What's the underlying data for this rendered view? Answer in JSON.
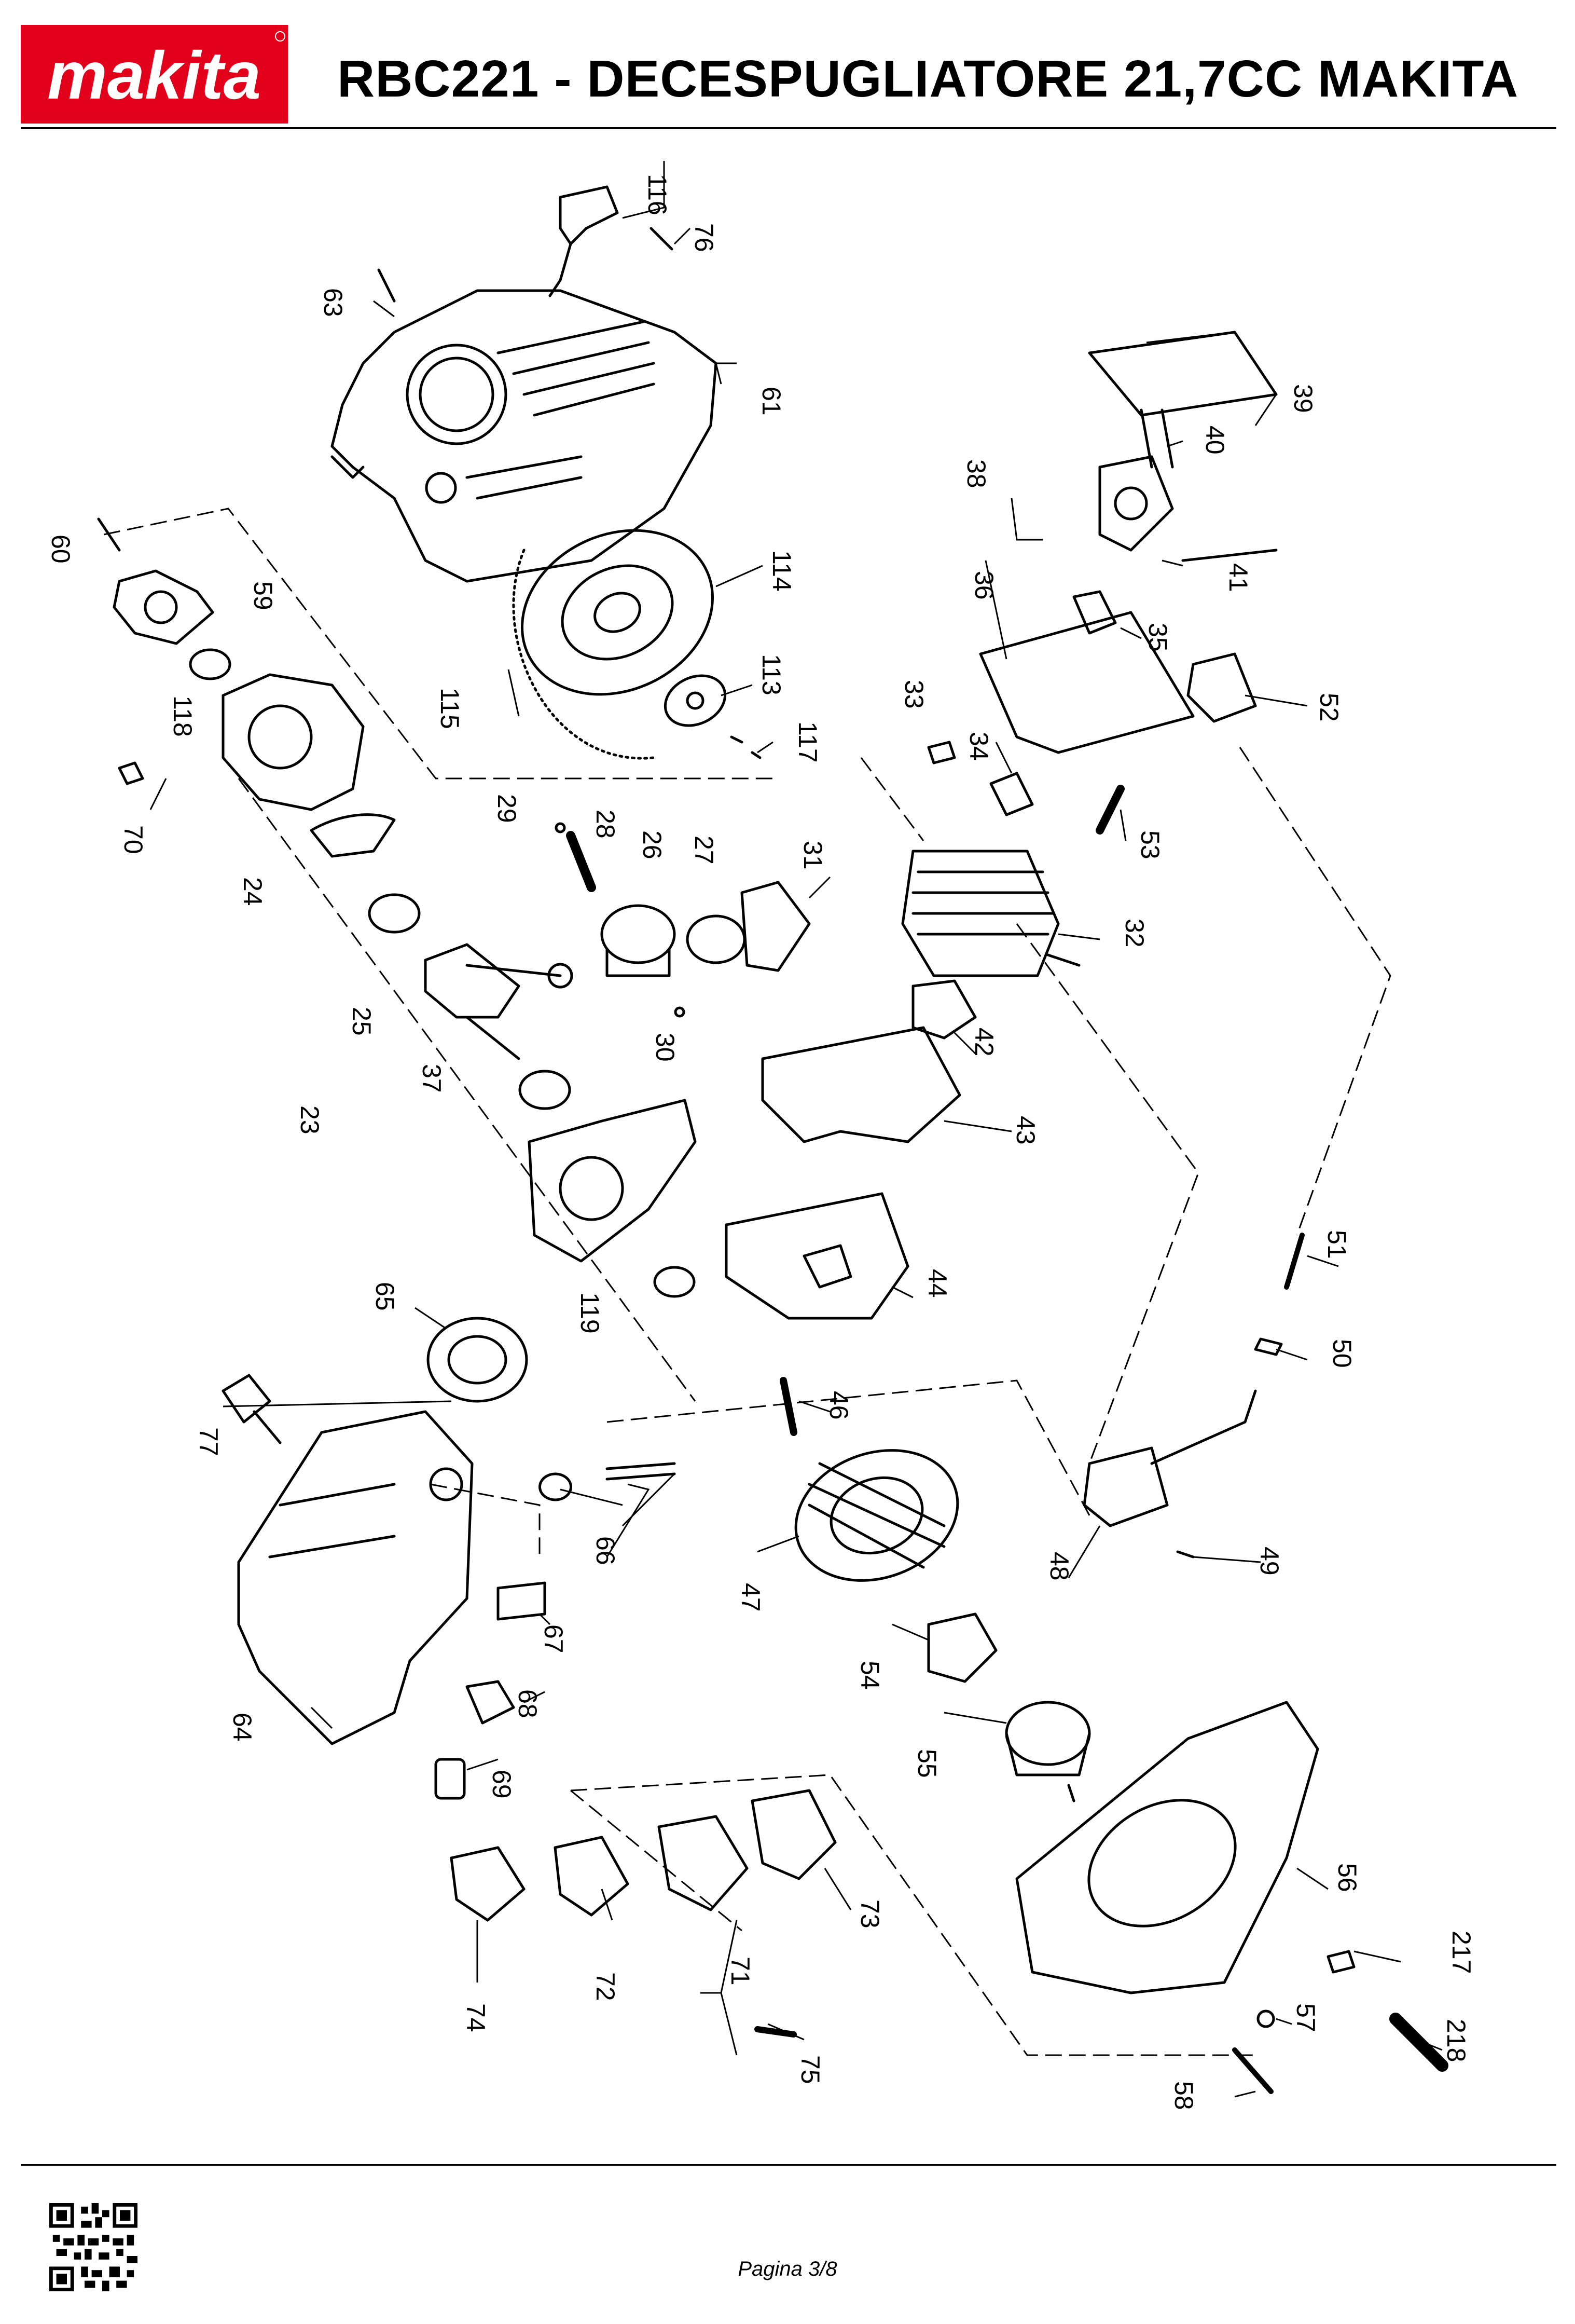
{
  "header": {
    "brand": "makita",
    "title": "RBC221 - DECESPUGLIATORE 21,7CC MAKITA"
  },
  "diagram": {
    "labels": [
      {
        "id": "l116",
        "text": "116"
      },
      {
        "id": "l76",
        "text": "76"
      },
      {
        "id": "l63",
        "text": "63"
      },
      {
        "id": "l61",
        "text": "61"
      },
      {
        "id": "l39",
        "text": "39"
      },
      {
        "id": "l40",
        "text": "40"
      },
      {
        "id": "l38",
        "text": "38"
      },
      {
        "id": "l60",
        "text": "60"
      },
      {
        "id": "l59",
        "text": "59"
      },
      {
        "id": "l114",
        "text": "114"
      },
      {
        "id": "l41",
        "text": "41"
      },
      {
        "id": "l36",
        "text": "36"
      },
      {
        "id": "l35",
        "text": "35"
      },
      {
        "id": "l118",
        "text": "118"
      },
      {
        "id": "l113",
        "text": "113"
      },
      {
        "id": "l115",
        "text": "115"
      },
      {
        "id": "l33",
        "text": "33"
      },
      {
        "id": "l52",
        "text": "52"
      },
      {
        "id": "l117",
        "text": "117"
      },
      {
        "id": "l34",
        "text": "34"
      },
      {
        "id": "l70",
        "text": "70"
      },
      {
        "id": "l29",
        "text": "29"
      },
      {
        "id": "l28",
        "text": "28"
      },
      {
        "id": "l26",
        "text": "26"
      },
      {
        "id": "l27",
        "text": "27"
      },
      {
        "id": "l31",
        "text": "31"
      },
      {
        "id": "l53",
        "text": "53"
      },
      {
        "id": "l24",
        "text": "24"
      },
      {
        "id": "l32",
        "text": "32"
      },
      {
        "id": "l25",
        "text": "25"
      },
      {
        "id": "l30",
        "text": "30"
      },
      {
        "id": "l42",
        "text": "42"
      },
      {
        "id": "l37",
        "text": "37"
      },
      {
        "id": "l23",
        "text": "23"
      },
      {
        "id": "l43",
        "text": "43"
      },
      {
        "id": "l51",
        "text": "51"
      },
      {
        "id": "l44",
        "text": "44"
      },
      {
        "id": "l65",
        "text": "65"
      },
      {
        "id": "l119",
        "text": "119"
      },
      {
        "id": "l50",
        "text": "50"
      },
      {
        "id": "l46",
        "text": "46"
      },
      {
        "id": "l77",
        "text": "77"
      },
      {
        "id": "l66",
        "text": "66"
      },
      {
        "id": "l47",
        "text": "47"
      },
      {
        "id": "l48",
        "text": "48"
      },
      {
        "id": "l49",
        "text": "49"
      },
      {
        "id": "l67",
        "text": "67"
      },
      {
        "id": "l54",
        "text": "54"
      },
      {
        "id": "l68",
        "text": "68"
      },
      {
        "id": "l64",
        "text": "64"
      },
      {
        "id": "l55",
        "text": "55"
      },
      {
        "id": "l69",
        "text": "69"
      },
      {
        "id": "l56",
        "text": "56"
      },
      {
        "id": "l73",
        "text": "73"
      },
      {
        "id": "l217",
        "text": "217"
      },
      {
        "id": "l71",
        "text": "71"
      },
      {
        "id": "l72",
        "text": "72"
      },
      {
        "id": "l74",
        "text": "74"
      },
      {
        "id": "l57",
        "text": "57"
      },
      {
        "id": "l218",
        "text": "218"
      },
      {
        "id": "l75",
        "text": "75"
      },
      {
        "id": "l58",
        "text": "58"
      }
    ]
  },
  "footer": {
    "page": "Pagina 3/8"
  },
  "colors": {
    "brand_red": "#e3001b",
    "ink": "#000000"
  }
}
